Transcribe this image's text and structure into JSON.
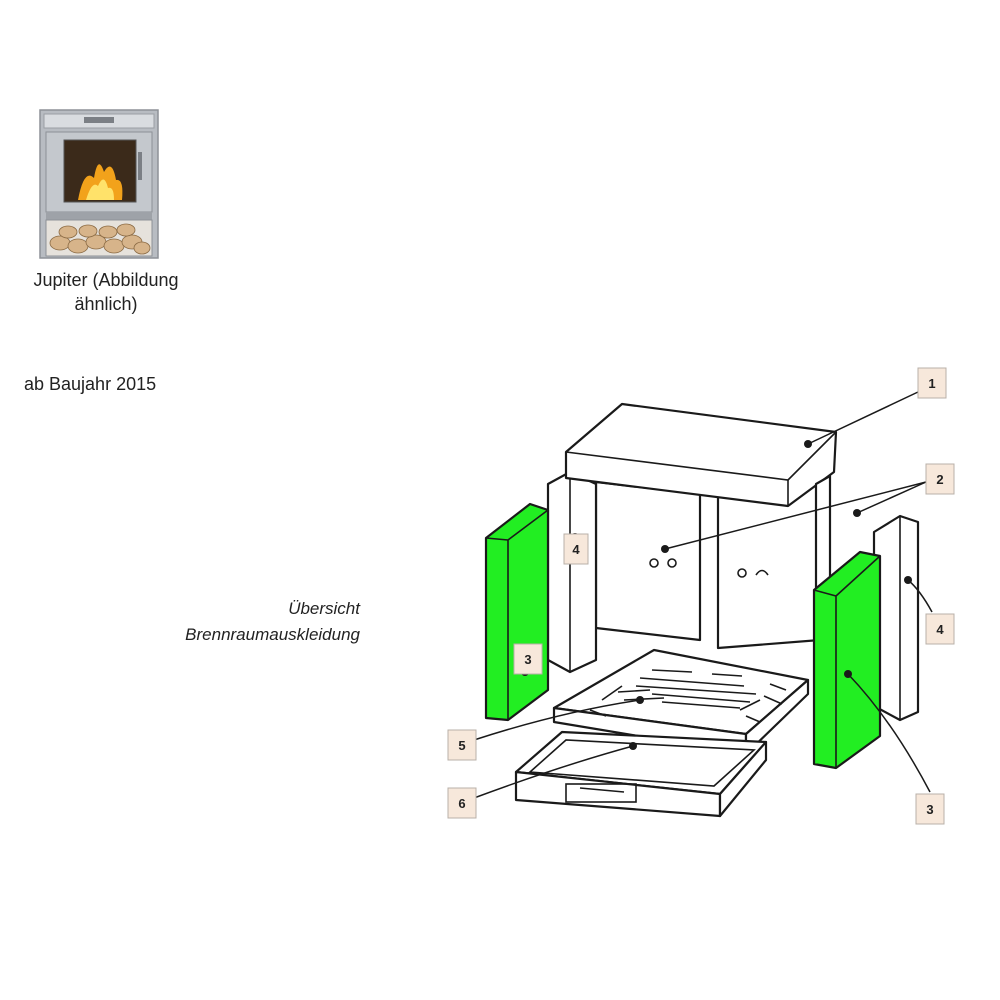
{
  "product": {
    "caption_line1": "Jupiter (Abbildung",
    "caption_line2": "ähnlich)",
    "year_text": "ab Baujahr 2015"
  },
  "overview": {
    "line1": "Übersicht",
    "line2": "Brennraumauskleidung"
  },
  "part_labels": [
    "1",
    "2",
    "3",
    "4",
    "4",
    "3",
    "5",
    "6"
  ],
  "colors": {
    "highlight_green": "#22ee22",
    "label_box_fill": "#f7e8db",
    "stove_frame": "#a9adb3",
    "fire": "#f2a21b"
  }
}
